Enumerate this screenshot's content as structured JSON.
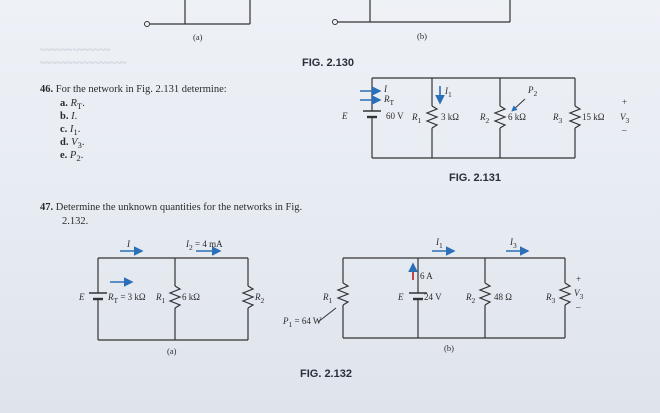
{
  "figure_2_130": {
    "label_a": "(a)",
    "label_b": "(b)",
    "caption": "FIG. 2.130"
  },
  "problem46": {
    "number": "46.",
    "prompt": "For the network in Fig. 2.131 determine:",
    "items": [
      {
        "letter": "a.",
        "text": "R",
        "sub": "T",
        "end": "."
      },
      {
        "letter": "b.",
        "text": "I",
        "sub": "",
        "end": "."
      },
      {
        "letter": "c.",
        "text": "I",
        "sub": "1",
        "end": "."
      },
      {
        "letter": "d.",
        "text": "V",
        "sub": "3",
        "end": "."
      },
      {
        "letter": "e.",
        "text": "P",
        "sub": "2",
        "end": "."
      }
    ]
  },
  "figure_2_131": {
    "caption": "FIG. 2.131",
    "current_I": "I",
    "current_RT": "R",
    "current_RT_sub": "T",
    "source_E": "E",
    "source_V": "60 V",
    "R1": "R",
    "R1_sub": "1",
    "R1_val": "3 kΩ",
    "I1": "I",
    "I1_sub": "1",
    "R2": "R",
    "R2_sub": "2",
    "R2_val": "6 kΩ",
    "P2": "P",
    "P2_sub": "2",
    "R3": "R",
    "R3_sub": "3",
    "R3_val": "15 kΩ",
    "V3": "V",
    "V3_sub": "3",
    "plus": "+",
    "minus": "–"
  },
  "problem47": {
    "number": "47.",
    "text_line1": "Determine the unknown quantities for the networks in Fig.",
    "text_line2": "2.132."
  },
  "figure_2_132": {
    "caption": "FIG. 2.132",
    "a": {
      "label": "(a)",
      "I": "I",
      "I2": "I",
      "I2_sub": "2",
      "I2_val": " = 4 mA",
      "E": "E",
      "RT": "R",
      "RT_sub": "T",
      "RT_val": " = 3 kΩ",
      "R1": "R",
      "R1_sub": "1",
      "R1_val": "6 kΩ",
      "R2": "R",
      "R2_sub": "2"
    },
    "b": {
      "label": "(b)",
      "R1": "R",
      "R1_sub": "1",
      "P1": "P",
      "P1_sub": "1",
      "P1_val": " = 64 W",
      "I1": "I",
      "I1_sub": "1",
      "I3": "I",
      "I3_sub": "3",
      "src_I": "6 A",
      "E": "E",
      "E_val": "24 V",
      "R2": "R",
      "R2_sub": "2",
      "R2_val": "48 Ω",
      "R3": "R",
      "R3_sub": "3",
      "V3": "V",
      "V3_sub": "3",
      "plus": "+",
      "minus": "–"
    }
  }
}
